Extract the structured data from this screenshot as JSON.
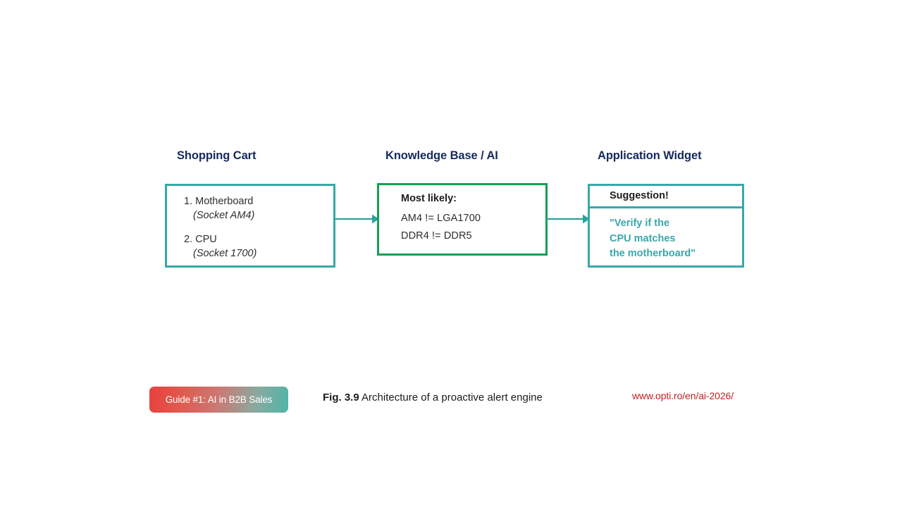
{
  "columns": {
    "cart_title": "Shopping Cart",
    "kb_title": "Knowledge Base / AI",
    "widget_title": "Application Widget"
  },
  "cart_box": {
    "items": [
      {
        "name": "1. Motherboard",
        "detail": "(Socket AM4)"
      },
      {
        "name": "2. CPU",
        "detail": "(Socket 1700)"
      }
    ]
  },
  "kb_box": {
    "heading": "Most likely:",
    "lines": [
      "AM4 != LGA1700",
      "DDR4 != DDR5"
    ]
  },
  "widget_box": {
    "header": "Suggestion!",
    "message_lines": [
      "\"Verify if the",
      "CPU matches",
      "the motherboard\""
    ]
  },
  "footer": {
    "badge_label": "Guide #1: AI in B2B Sales",
    "caption_figure": "Fig. 3.9",
    "caption_text": " Architecture of a proactive alert engine",
    "url": "www.opti.ro/en/ai-2026/"
  },
  "colors": {
    "teal": "#3aa7ab",
    "teal_dark": "#35a9a6",
    "green": "#14a055",
    "navy": "#15295c",
    "red": "#c32222",
    "arrow": "#2aa39a"
  },
  "icons": {
    "arrow_1": "arrow-right-icon",
    "arrow_2": "arrow-right-icon"
  }
}
